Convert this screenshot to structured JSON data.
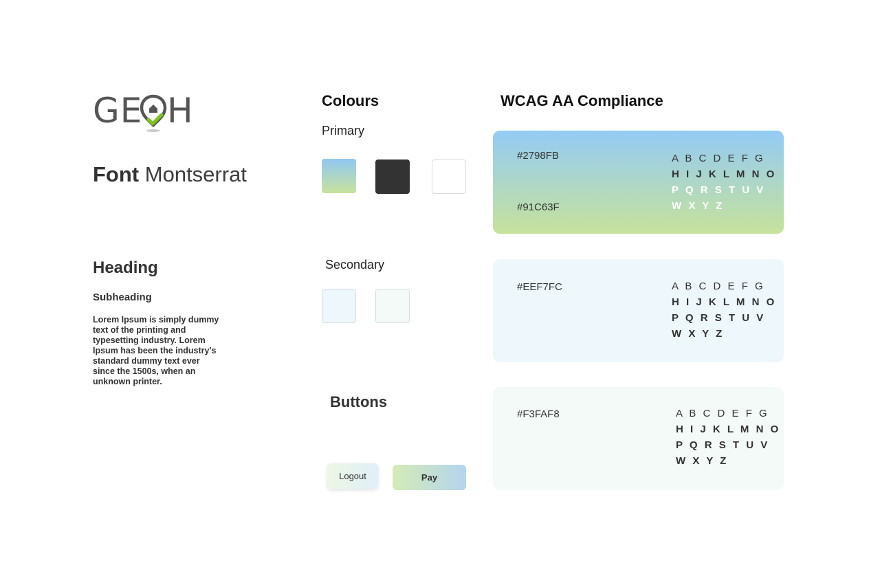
{
  "logo": {
    "text": "GE",
    "text_end": "H",
    "icon": "location-pin-home-check-icon",
    "colors": {
      "text": "#555555",
      "check": "#7dc21e"
    }
  },
  "font": {
    "prefix": "Font",
    "name": "Montserrat"
  },
  "typography": {
    "heading": "Heading",
    "subheading": "Subheading",
    "body": "Lorem Ipsum is simply dummy text of the printing and typesetting industry. Lorem Ipsum has been the industry's standard dummy text ever since the 1500s, when an unknown printer."
  },
  "colours": {
    "title": "Colours",
    "primary_label": "Primary",
    "secondary_label": "Secondary",
    "primary": [
      "#2798FB",
      "#333333",
      "#FFFFFF"
    ],
    "secondary": [
      "#EEF7FC",
      "#F3FAF8"
    ]
  },
  "buttons": {
    "title": "Buttons",
    "logout": "Logout",
    "pay": "Pay"
  },
  "wcag": {
    "title": "WCAG AA Compliance",
    "cards": [
      {
        "hexes": [
          "#2798FB",
          "#91C63F"
        ],
        "rows": [
          "A B C D E F G",
          "H I J K L M N O",
          "P Q R S T U V",
          "W X Y Z"
        ]
      },
      {
        "hexes": [
          "#EEF7FC"
        ],
        "rows": [
          "A B C D E F G",
          "H I J K L M N O",
          "P Q R S T U V",
          "W X Y Z"
        ]
      },
      {
        "hexes": [
          "#F3FAF8"
        ],
        "rows": [
          "A B C D E F G",
          "H I J K L M N O",
          "P Q R S T U V",
          "W X Y Z"
        ]
      }
    ]
  }
}
